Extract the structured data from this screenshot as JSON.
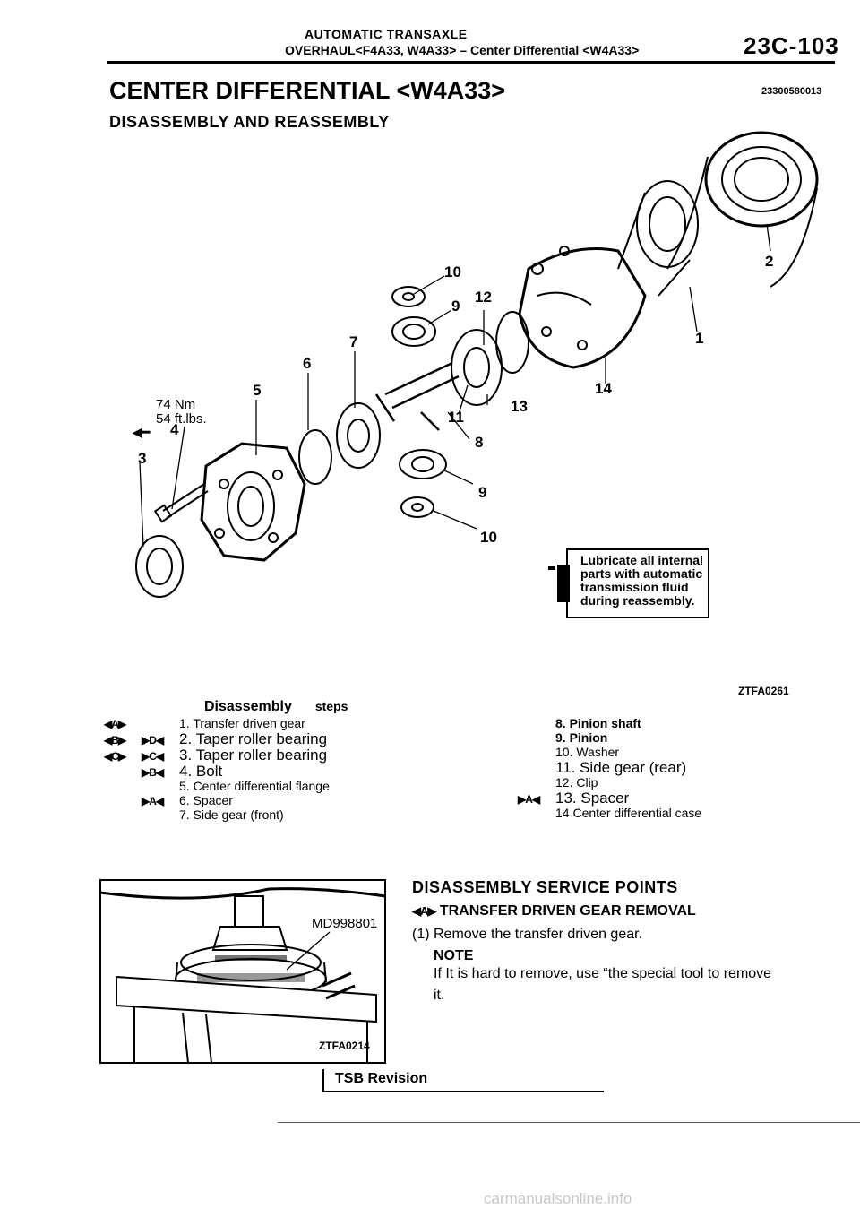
{
  "header": {
    "section": "AUTOMATIC TRANSAXLE",
    "subsection": "OVERHAUL<F4A33, W4A33> – Center Differential <W4A33>",
    "page_number": "23C-103"
  },
  "title": "CENTER DIFFERENTIAL <W4A33>",
  "doc_code": "23300580013",
  "subtitle": "DISASSEMBLY AND REASSEMBLY",
  "diagram": {
    "callouts": [
      "10",
      "9",
      "12",
      "7",
      "6",
      "5",
      "2",
      "1",
      "14",
      "13",
      "11",
      "8",
      "9",
      "10",
      "4",
      "3"
    ],
    "torque_nm": "74 Nm",
    "torque_ftlbs": "54 ft.lbs.",
    "note": [
      "Lubricate all internal",
      "parts with automatic",
      "transmission fluid",
      "during reassembly."
    ],
    "figure_code": "ZTFA0261"
  },
  "disassembly": {
    "heading": "Disassembly",
    "heading_suffix": "steps",
    "left_items": [
      {
        "marks_left": "◀A▶",
        "marks_right": "",
        "text": "1. Transfer driven gear"
      },
      {
        "marks_left": "◀B▶",
        "marks_right": "▶D◀",
        "text": "2. Taper roller bearing"
      },
      {
        "marks_left": "◀C▶",
        "marks_right": "▶C◀",
        "text": "3. Taper roller bearing"
      },
      {
        "marks_left": "",
        "marks_right": "▶B◀",
        "text": "4. Bolt"
      },
      {
        "marks_left": "",
        "marks_right": "",
        "text": "5. Center differential flange"
      },
      {
        "marks_left": "",
        "marks_right": "▶A◀",
        "text": "6. Spacer"
      },
      {
        "marks_left": "",
        "marks_right": "",
        "text": "7. Side gear (front)"
      }
    ],
    "right_items": [
      {
        "marks": "",
        "text": "8. Pinion shaft"
      },
      {
        "marks": "",
        "text": "9. Pinion"
      },
      {
        "marks": "",
        "text": "10. Washer"
      },
      {
        "marks": "",
        "text": "11. Side gear (rear)"
      },
      {
        "marks": "",
        "text": "12. Clip"
      },
      {
        "marks": "▶A◀",
        "text": "13. Spacer"
      },
      {
        "marks": "",
        "text": "14 Center differential case"
      }
    ]
  },
  "photo": {
    "tool_label": "MD998801",
    "figure_code": "ZTFA0214"
  },
  "service_points": {
    "title": "DISASSEMBLY SERVICE POINTS",
    "step_heading_mark": "◀A▶",
    "step_heading": "TRANSFER DRIVEN GEAR REMOVAL",
    "step_1": "(1) Remove the transfer driven gear.",
    "note_label": "NOTE",
    "note_text_1": "If It is hard to remove, use “the special tool to remove",
    "note_text_2": "it."
  },
  "footer": {
    "tsb": "TSB Revision",
    "watermark": "carmanualsonline.info"
  }
}
